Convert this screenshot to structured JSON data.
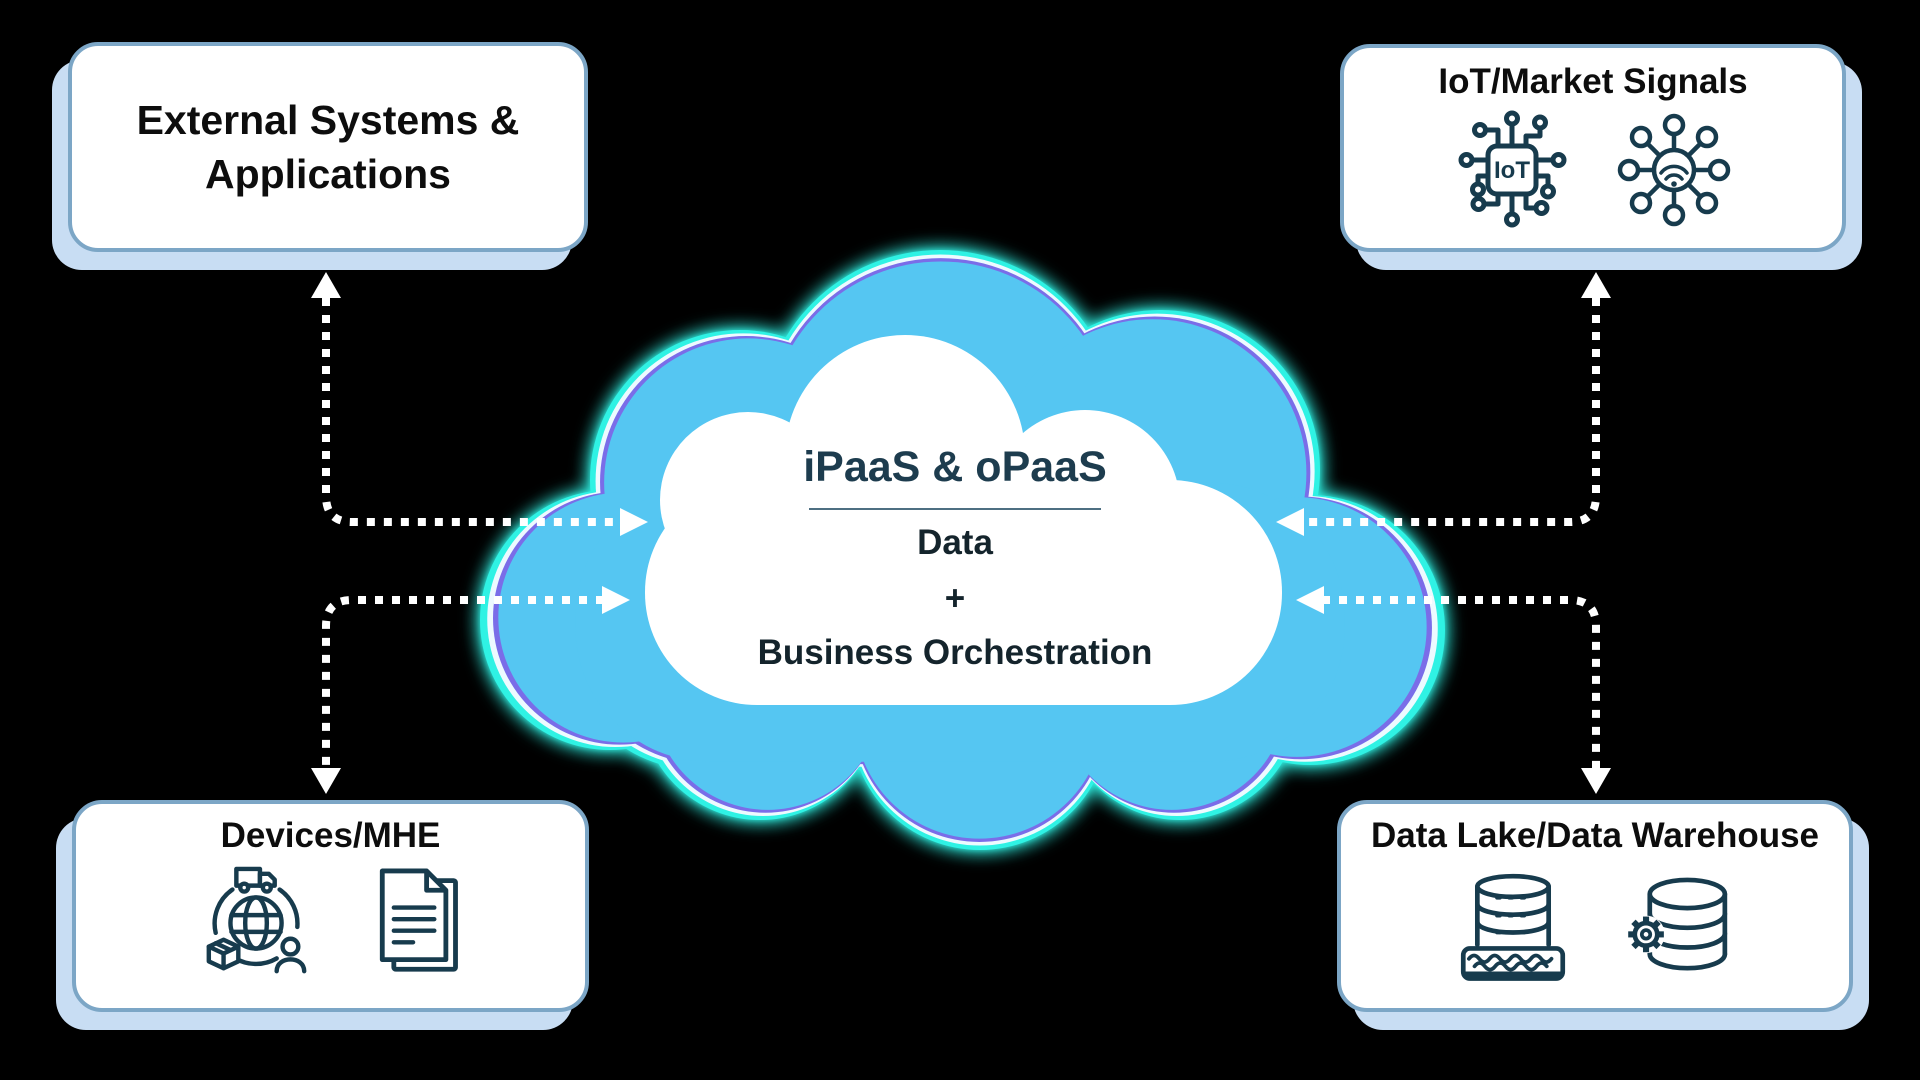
{
  "cloud": {
    "heading": "iPaaS & oPaaS",
    "body_line1": "Data",
    "body_line2": "+",
    "body_line3": "Business Orchestration"
  },
  "boxes": {
    "external_systems": {
      "title": "External Systems &\nApplications"
    },
    "iot_market_signals": {
      "title": "IoT/Market Signals",
      "chip_label": "IoT",
      "icons": [
        "iot-chip-icon",
        "network-hub-icon"
      ]
    },
    "devices_mhe": {
      "title": "Devices/MHE",
      "icons": [
        "logistics-globe-icon",
        "documents-icon"
      ]
    },
    "data_lake_warehouse": {
      "title": "Data Lake/Data Warehouse",
      "icons": [
        "data-lake-icon",
        "database-gear-icon"
      ]
    }
  },
  "arrows": [
    {
      "between": [
        "external-systems-box",
        "cloud"
      ],
      "style": "dotted",
      "bidirectional": true
    },
    {
      "between": [
        "devices-mhe-box",
        "cloud"
      ],
      "style": "dotted",
      "bidirectional": true
    },
    {
      "between": [
        "iot-market-signals-box",
        "cloud"
      ],
      "style": "dotted",
      "bidirectional": true
    },
    {
      "between": [
        "data-lake-warehouse-box",
        "cloud"
      ],
      "style": "dotted",
      "bidirectional": true
    }
  ],
  "colors": {
    "background": "#000000",
    "cloud-fill": "#55c6f2",
    "ring-cyan": "#2ff2e4",
    "ring-white": "#edfaff",
    "ring-purple": "#7a6de8",
    "inner-cloud": "#ffffff",
    "box-fill": "#ffffff",
    "box-border": "#7ca6c6",
    "box-shadow": "#c8ddf3",
    "title-text": "#0d0d0d",
    "cloud-heading": "#1d3c4e",
    "cloud-body-text": "#14242c",
    "divider": "#4d6f82",
    "arrow": "#ffffff",
    "icon-stroke": "#173b4d"
  }
}
